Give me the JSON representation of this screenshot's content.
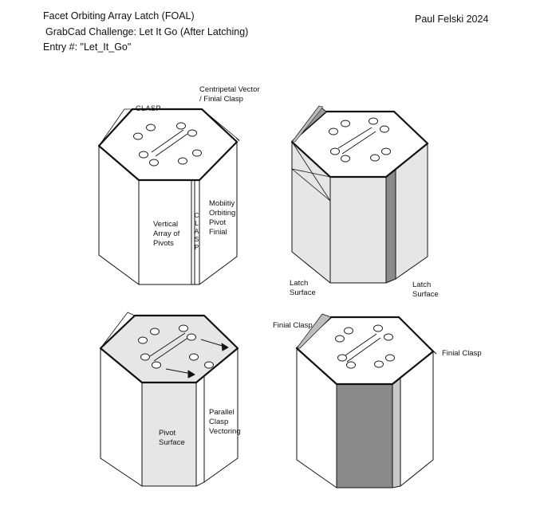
{
  "header": {
    "title": "Facet Orbiting Array Latch (FOAL)",
    "subtitle": "GrabCad Challenge: Let It Go (After Latching)",
    "entry": "Entry #: \"Let_It_Go\"",
    "author": "Paul Felski 2024"
  },
  "views": {
    "top_left": {
      "clasp_top": "CLASP",
      "centripetal": "Centripetal Vector",
      "finial_clasp": "/ Finial Clasp",
      "vertical_array": [
        "Vertical",
        "Array of",
        "Pivots"
      ],
      "mobility": [
        "Mobiitiy",
        "Orbiting",
        "Pivot",
        "Finial"
      ],
      "clasp_vertical": [
        "C",
        "L",
        "A",
        "S",
        "P"
      ]
    },
    "top_right": {
      "latch_left": [
        "Latch",
        "Surface"
      ],
      "latch_right": [
        "Latch",
        "Surface"
      ]
    },
    "bottom_left": {
      "pivot_surface": [
        "Pivot",
        "Surface"
      ],
      "parallel": [
        "Parallel",
        "Clasp",
        "Vectoring"
      ]
    },
    "bottom_right": {
      "finial_clasp_left": "Finial Clasp",
      "finial_clasp_right": "Finial Clasp"
    }
  },
  "colors": {
    "line": "#111111",
    "face_light": "#e6e6e6",
    "face_mid": "#c9c9c9",
    "face_dark": "#8a8a8a",
    "face_white": "#ffffff"
  }
}
